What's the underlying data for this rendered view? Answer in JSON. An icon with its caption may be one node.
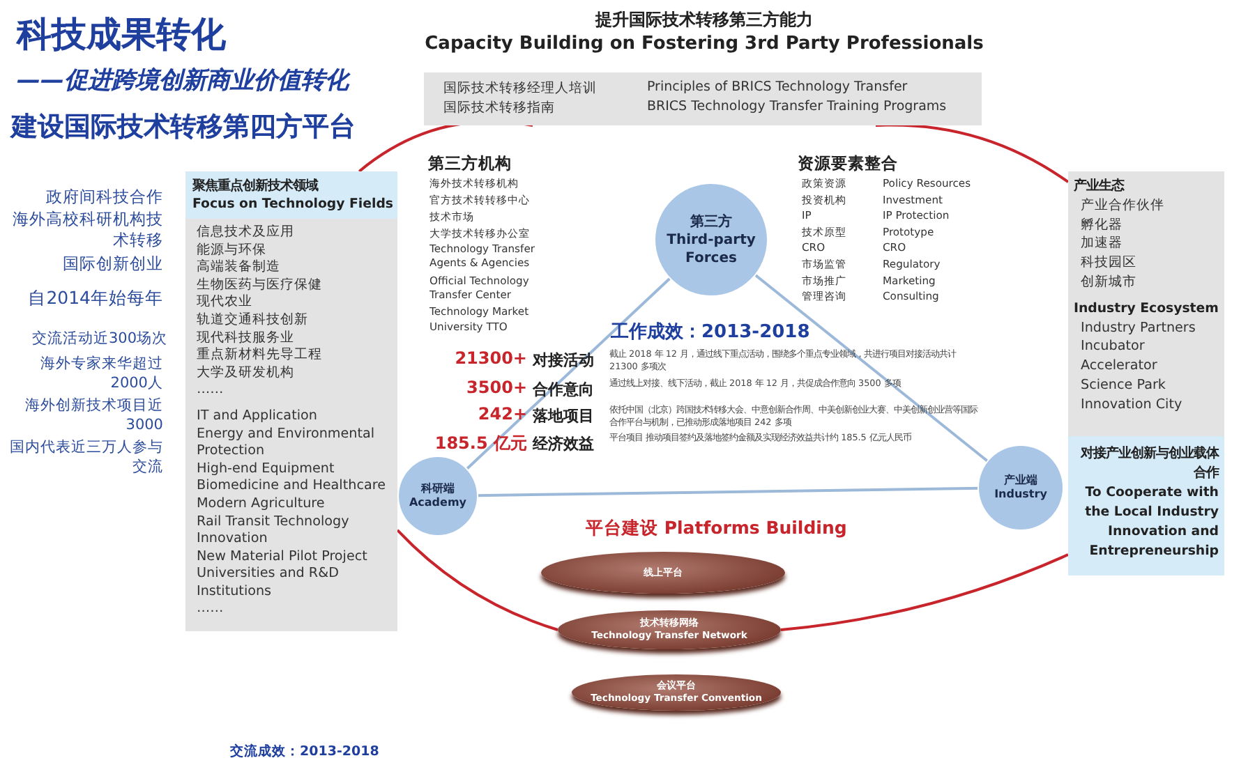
{
  "diagram": {
    "title": "科技成果转化",
    "nodes": [
      {
        "text": [
          "提升国际技术转移第三方能力",
          "Capacity Building on Fostering 3rd Party Professionals",
          "国际技术转移经理人培训",
          "国际技术转移指南",
          "Principles of BRICS Technology Transfer",
          "BRICS Technology Transfer Training Programs"
        ]
      },
      {
        "text": [
          "聚焦重点创新技术领域",
          "Focus on Technology Fields",
          "信息技术及应用",
          "能源与环保",
          "高端装备制造",
          "生物医药与医疗保健",
          "现代农业",
          "轨道交通科技创新",
          "现代科技服务业",
          "重点新材料先导工程",
          "大学及研发机构",
          "……",
          "IT and Application",
          "Energy and Environmental Protection",
          "High-end Equipment",
          "Biomedicine and Healthcare",
          "Modern Agriculture",
          "Rail Transit Technology Innovation",
          "New Material Pilot Project",
          "Universities and R&D Institutions",
          "……"
        ]
      },
      {
        "text": [
          "科研端",
          "Academy"
        ]
      },
      {
        "text": [
          "第三方",
          "Third-party Forces"
        ]
      },
      {
        "text": [
          "产业端",
          "Industry"
        ]
      },
      {
        "text": [
          "产业生态",
          "产业合作伙伴",
          "孵化器",
          "加速器",
          "科技园区",
          "创新城市",
          "Industry Ecosystem",
          "Industry Partners",
          "Incubator",
          "Accelerator",
          "Science Park",
          "Innovation City"
        ]
      },
      {
        "text": [
          "对接产业创新与创业载体合作",
          "To Cooperate with the Local Industry Innovation and Entrepreneurship"
        ]
      },
      {
        "text": [
          "线上平台"
        ]
      },
      {
        "text": [
          "技术转移网络",
          "Technology Transfer Network"
        ]
      },
      {
        "text": [
          "会议平台",
          "Technology Transfer Convention"
        ]
      }
    ],
    "edges": [
      {
        "from": 2,
        "to": 3,
        "arrow": "none",
        "color": "#9db9d9"
      },
      {
        "from": 3,
        "to": 4,
        "arrow": "none",
        "color": "#9db9d9"
      },
      {
        "from": 2,
        "to": 4,
        "arrow": "none",
        "color": "#9db9d9"
      },
      {
        "from": 1,
        "to": 0,
        "arrow": "none",
        "color": "#c8242b"
      },
      {
        "from": 0,
        "to": 5,
        "arrow": "none",
        "color": "#c8242b"
      },
      {
        "from": 1,
        "to": 8,
        "arrow": "none",
        "color": "#c8242b"
      },
      {
        "from": 8,
        "to": 6,
        "arrow": "none",
        "color": "#c8242b"
      }
    ],
    "labels": [
      "——促进跨境创新商业价值转化",
      "建设国际技术转移第四方平台",
      "政府间科技合作",
      "海外高校科研机构技术转移",
      "国际创新创业",
      "自2014年始每年",
      "交流活动近300场次",
      "海外专家来华超过2000人",
      "海外创新技术项目近3000",
      "国内代表近三万人参与交流",
      "第三方机构",
      "海外技术转移机构",
      "官方技术转转移中心",
      "技术市场",
      "大学技术转移办公室",
      "Technology Transfer Agents & Agencies",
      "Official Technology Transfer Center",
      "Technology Market",
      "University TTO",
      "资源要素整合",
      "政策资源",
      "投资机构",
      "IP",
      "技术原型",
      "CRO",
      "市场监管",
      "市场推广",
      "管理咨询",
      "Policy Resources",
      "Investment",
      "IP Protection",
      "Prototype",
      "CRO",
      "Regulatory",
      "Marketing",
      "Consulting",
      "工作成效：2013-2018",
      "21300+",
      "对接活动",
      "截止 2018 年 12 月，通过线下重点活动，围绕多个重点专业领域，共进行项目对接活动共计 21300 多项次",
      "3500+",
      "合作意向",
      "通过线上对接、线下活动，截止 2018 年 12 月，共促成合作意向 3500 多项",
      "242+",
      "落地项目",
      "依托中国（北京）跨国技术转移大会、中意创新合作周、中美创新创业大赛、中美创新创业营等国际合作平台与机制，已推动形成落地项目 242 多项",
      "185.5 亿元",
      "经济效益",
      "平台项目 推动项目签约及落地签约金额及实现经济效益共计约 185.5 亿元人民币",
      "平台建设 Platforms Building",
      "交流成效：2013-2018"
    ]
  }
}
